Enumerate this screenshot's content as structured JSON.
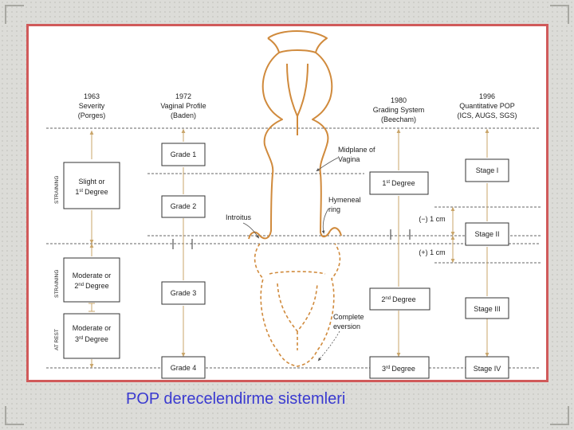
{
  "caption": "POP derecelendirme sistemleri",
  "columns": {
    "severity": {
      "year": "1963",
      "title": "Severity",
      "author": "(Porges)"
    },
    "vaginal_profile": {
      "year": "1972",
      "title": "Vaginal Profile",
      "author": "(Baden)"
    },
    "grading_system": {
      "year": "1980",
      "title": "Grading System",
      "author": "(Beecham)"
    },
    "pop_q": {
      "year": "1996",
      "title": "Quantitative POP",
      "author": "(ICS, AUGS, SGS)"
    }
  },
  "side_labels": {
    "straining_1": "STRAINING",
    "straining_2": "STRAINING",
    "at_rest": "AT REST"
  },
  "severity_boxes": [
    {
      "main": "Slight or",
      "ordinal": "1",
      "sup": "st",
      "word": "Degree"
    },
    {
      "main": "Moderate or",
      "ordinal": "2",
      "sup": "nd",
      "word": "Degree"
    },
    {
      "main": "Moderate or",
      "ordinal": "3",
      "sup": "rd",
      "word": "Degree"
    }
  ],
  "grade_boxes": [
    "Grade 1",
    "Grade 2",
    "Grade 3",
    "Grade 4"
  ],
  "degree_boxes": [
    {
      "ordinal": "1",
      "sup": "st",
      "word": "Degree"
    },
    {
      "ordinal": "2",
      "sup": "nd",
      "word": "Degree"
    },
    {
      "ordinal": "3",
      "sup": "rd",
      "word": "Degree"
    }
  ],
  "stage_boxes": [
    "Stage I",
    "Stage II",
    "Stage III",
    "Stage IV"
  ],
  "annotations": {
    "midplane_1": "Midplane of",
    "midplane_2": "Vagina",
    "hymeneal_1": "Hymeneal",
    "hymeneal_2": "ring",
    "introitus": "Introitus",
    "minus_1cm": "(−) 1 cm",
    "plus_1cm": "(+) 1 cm",
    "eversion_1": "Complete",
    "eversion_2": "eversion"
  },
  "colors": {
    "anatomy": "#d08a3c",
    "frame_border": "#d05a5a",
    "caption": "#3a3ad0",
    "arrow": "#c9a56a"
  }
}
